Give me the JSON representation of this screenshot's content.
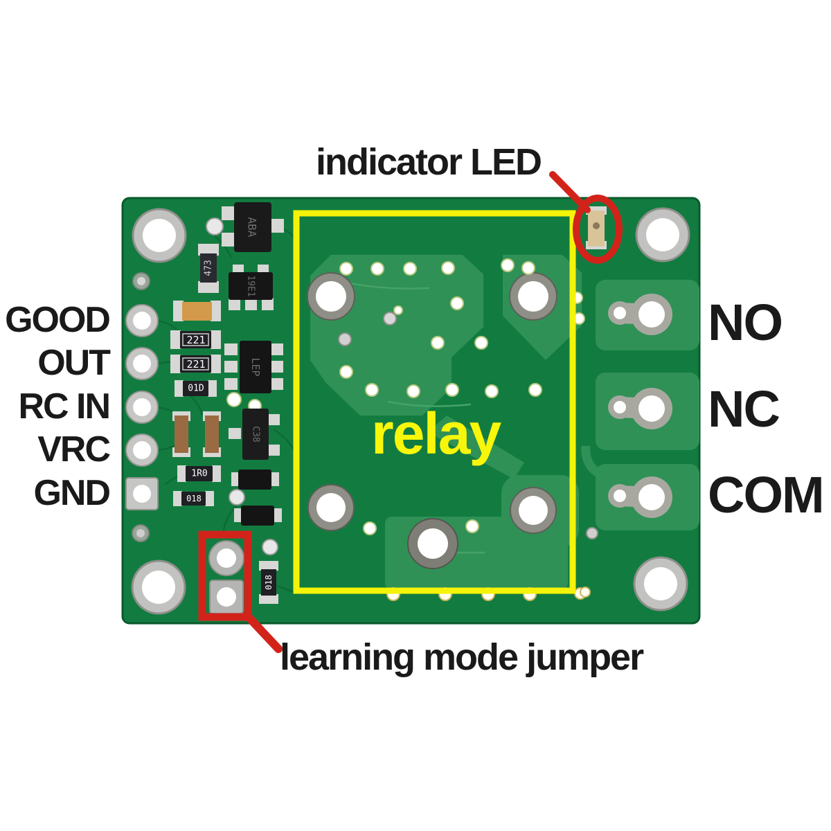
{
  "scene": {
    "description": "Annotated photo of a green relay carrier PCB (bottom view) on a white background"
  },
  "annotations": {
    "indicator_led_label": "indicator LED",
    "relay_label": "relay",
    "learning_mode_jumper_label": "learning mode jumper"
  },
  "pin_labels": {
    "left": [
      "GOOD",
      "OUT",
      "RC IN",
      "VRC",
      "GND"
    ],
    "right": [
      "NO",
      "NC",
      "COM"
    ]
  },
  "component_markings": {
    "transistor_top": "ABA",
    "resistor_473": "473",
    "ic_sot23_5": "19E1",
    "ic_sot23_6": "LEP",
    "resistor_221_a": "221",
    "resistor_221_b": "221",
    "resistor_01d": "01D",
    "resistor_1r0": "1R0",
    "resistor_018_left": "018",
    "resistor_018_bottom": "018",
    "transistor_c38": "C38"
  },
  "colors": {
    "background": "#ffffff",
    "board_green": "#127c40",
    "copper_pour_green": "#2f9156",
    "annotation_red": "#d2231b",
    "annotation_yellow": "#f4f308",
    "label_text": "#1a1a1a",
    "relay_text_yellow": "#f8f60a"
  }
}
